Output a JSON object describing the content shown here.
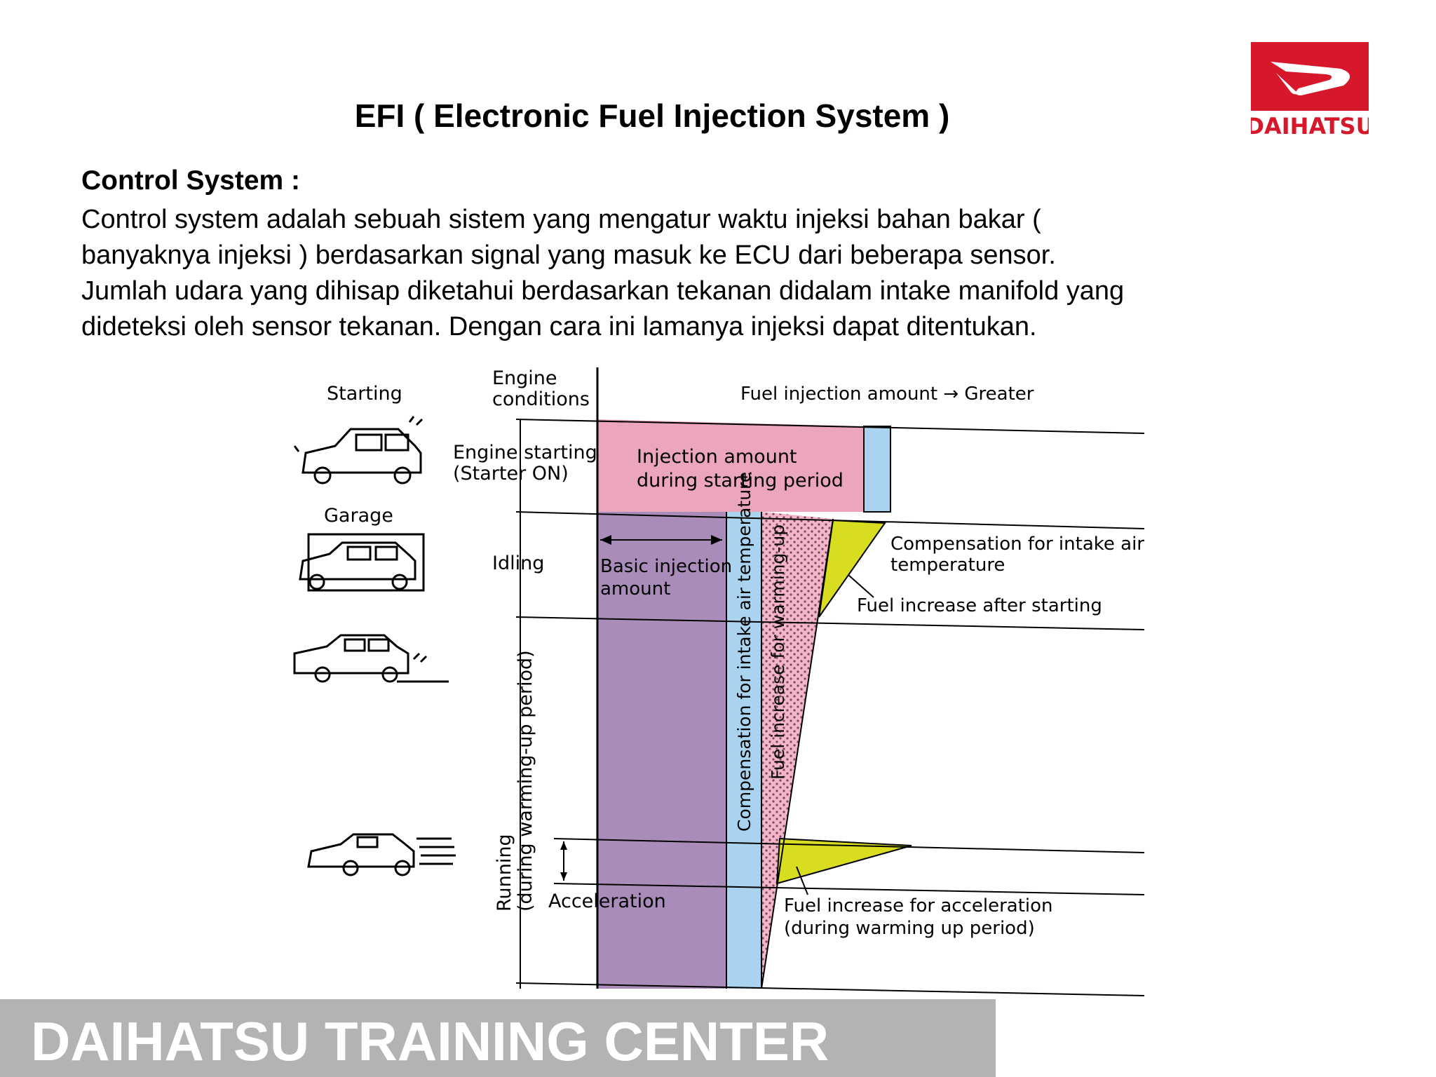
{
  "title": "EFI ( Electronic Fuel Injection System )",
  "logo": {
    "brand_text": "DAIHATSU",
    "color": "#d7182a"
  },
  "section": {
    "heading": "Control System :",
    "lines": [
      "Control system adalah sebuah sistem yang mengatur waktu injeksi bahan bakar (",
      "banyaknya injeksi ) berdasarkan signal yang masuk ke ECU dari beberapa sensor.",
      "Jumlah udara yang dihisap diketahui berdasarkan tekanan didalam intake manifold yang",
      "dideteksi oleh sensor tekanan. Dengan cara ini lamanya injeksi dapat ditentukan."
    ]
  },
  "diagram": {
    "header_left": "Starting",
    "header_conditions": [
      "Engine",
      "conditions"
    ],
    "header_amount": "Fuel injection amount → Greater",
    "garage_label": "Garage",
    "conditions": {
      "engine_starting": [
        "Engine starting",
        "(Starter ON)"
      ],
      "idling": "Idling",
      "running": [
        "Running",
        "(during warming-up period)"
      ],
      "acceleration": "Acceleration"
    },
    "regions": {
      "starting_amount": [
        "Injection amount",
        "during starting period"
      ],
      "basic_injection": [
        "Basic injection",
        "amount"
      ],
      "comp_intake_vertical": "Compensation for intake air temperature",
      "warmup_vertical": "Fuel increase for warming-up"
    },
    "callouts": {
      "comp_intake": [
        "Compensation for intake air",
        "temperature"
      ],
      "after_starting": "Fuel increase after starting",
      "acceleration": [
        "Fuel increase for acceleration",
        "(during warming up period)"
      ]
    },
    "colors": {
      "pink": "#eba6bc",
      "purple": "#a98cb9",
      "blue": "#a9d3ef",
      "yellow": "#d9dd1f",
      "dot_pink": "#f2b6c8"
    }
  },
  "footer": {
    "text": "DAIHATSU TRAINING CENTER",
    "bar_color": "#b3b3b3"
  }
}
